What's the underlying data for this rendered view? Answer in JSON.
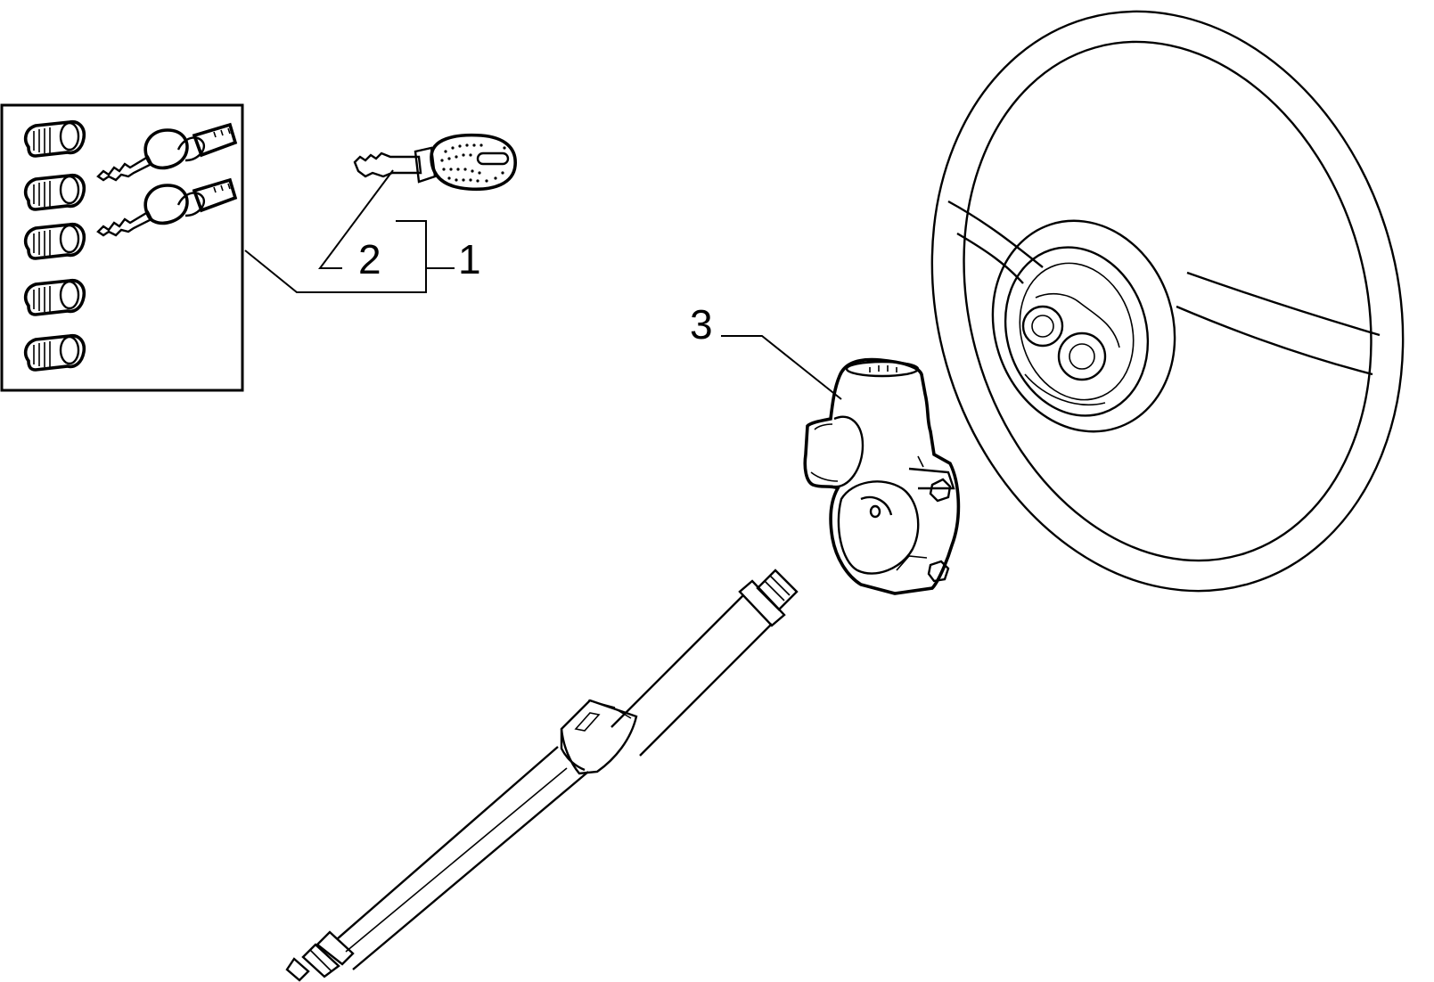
{
  "callouts": [
    {
      "id": "1",
      "label": "1"
    },
    {
      "id": "2",
      "label": "2"
    },
    {
      "id": "3",
      "label": "3"
    }
  ],
  "parts": {
    "kit_box": "lock-cylinder-and-key-kit",
    "key": "ignition-key",
    "lock": "steering-lock-ignition-switch",
    "wheel": "steering-wheel",
    "shaft": "steering-column-shaft"
  }
}
